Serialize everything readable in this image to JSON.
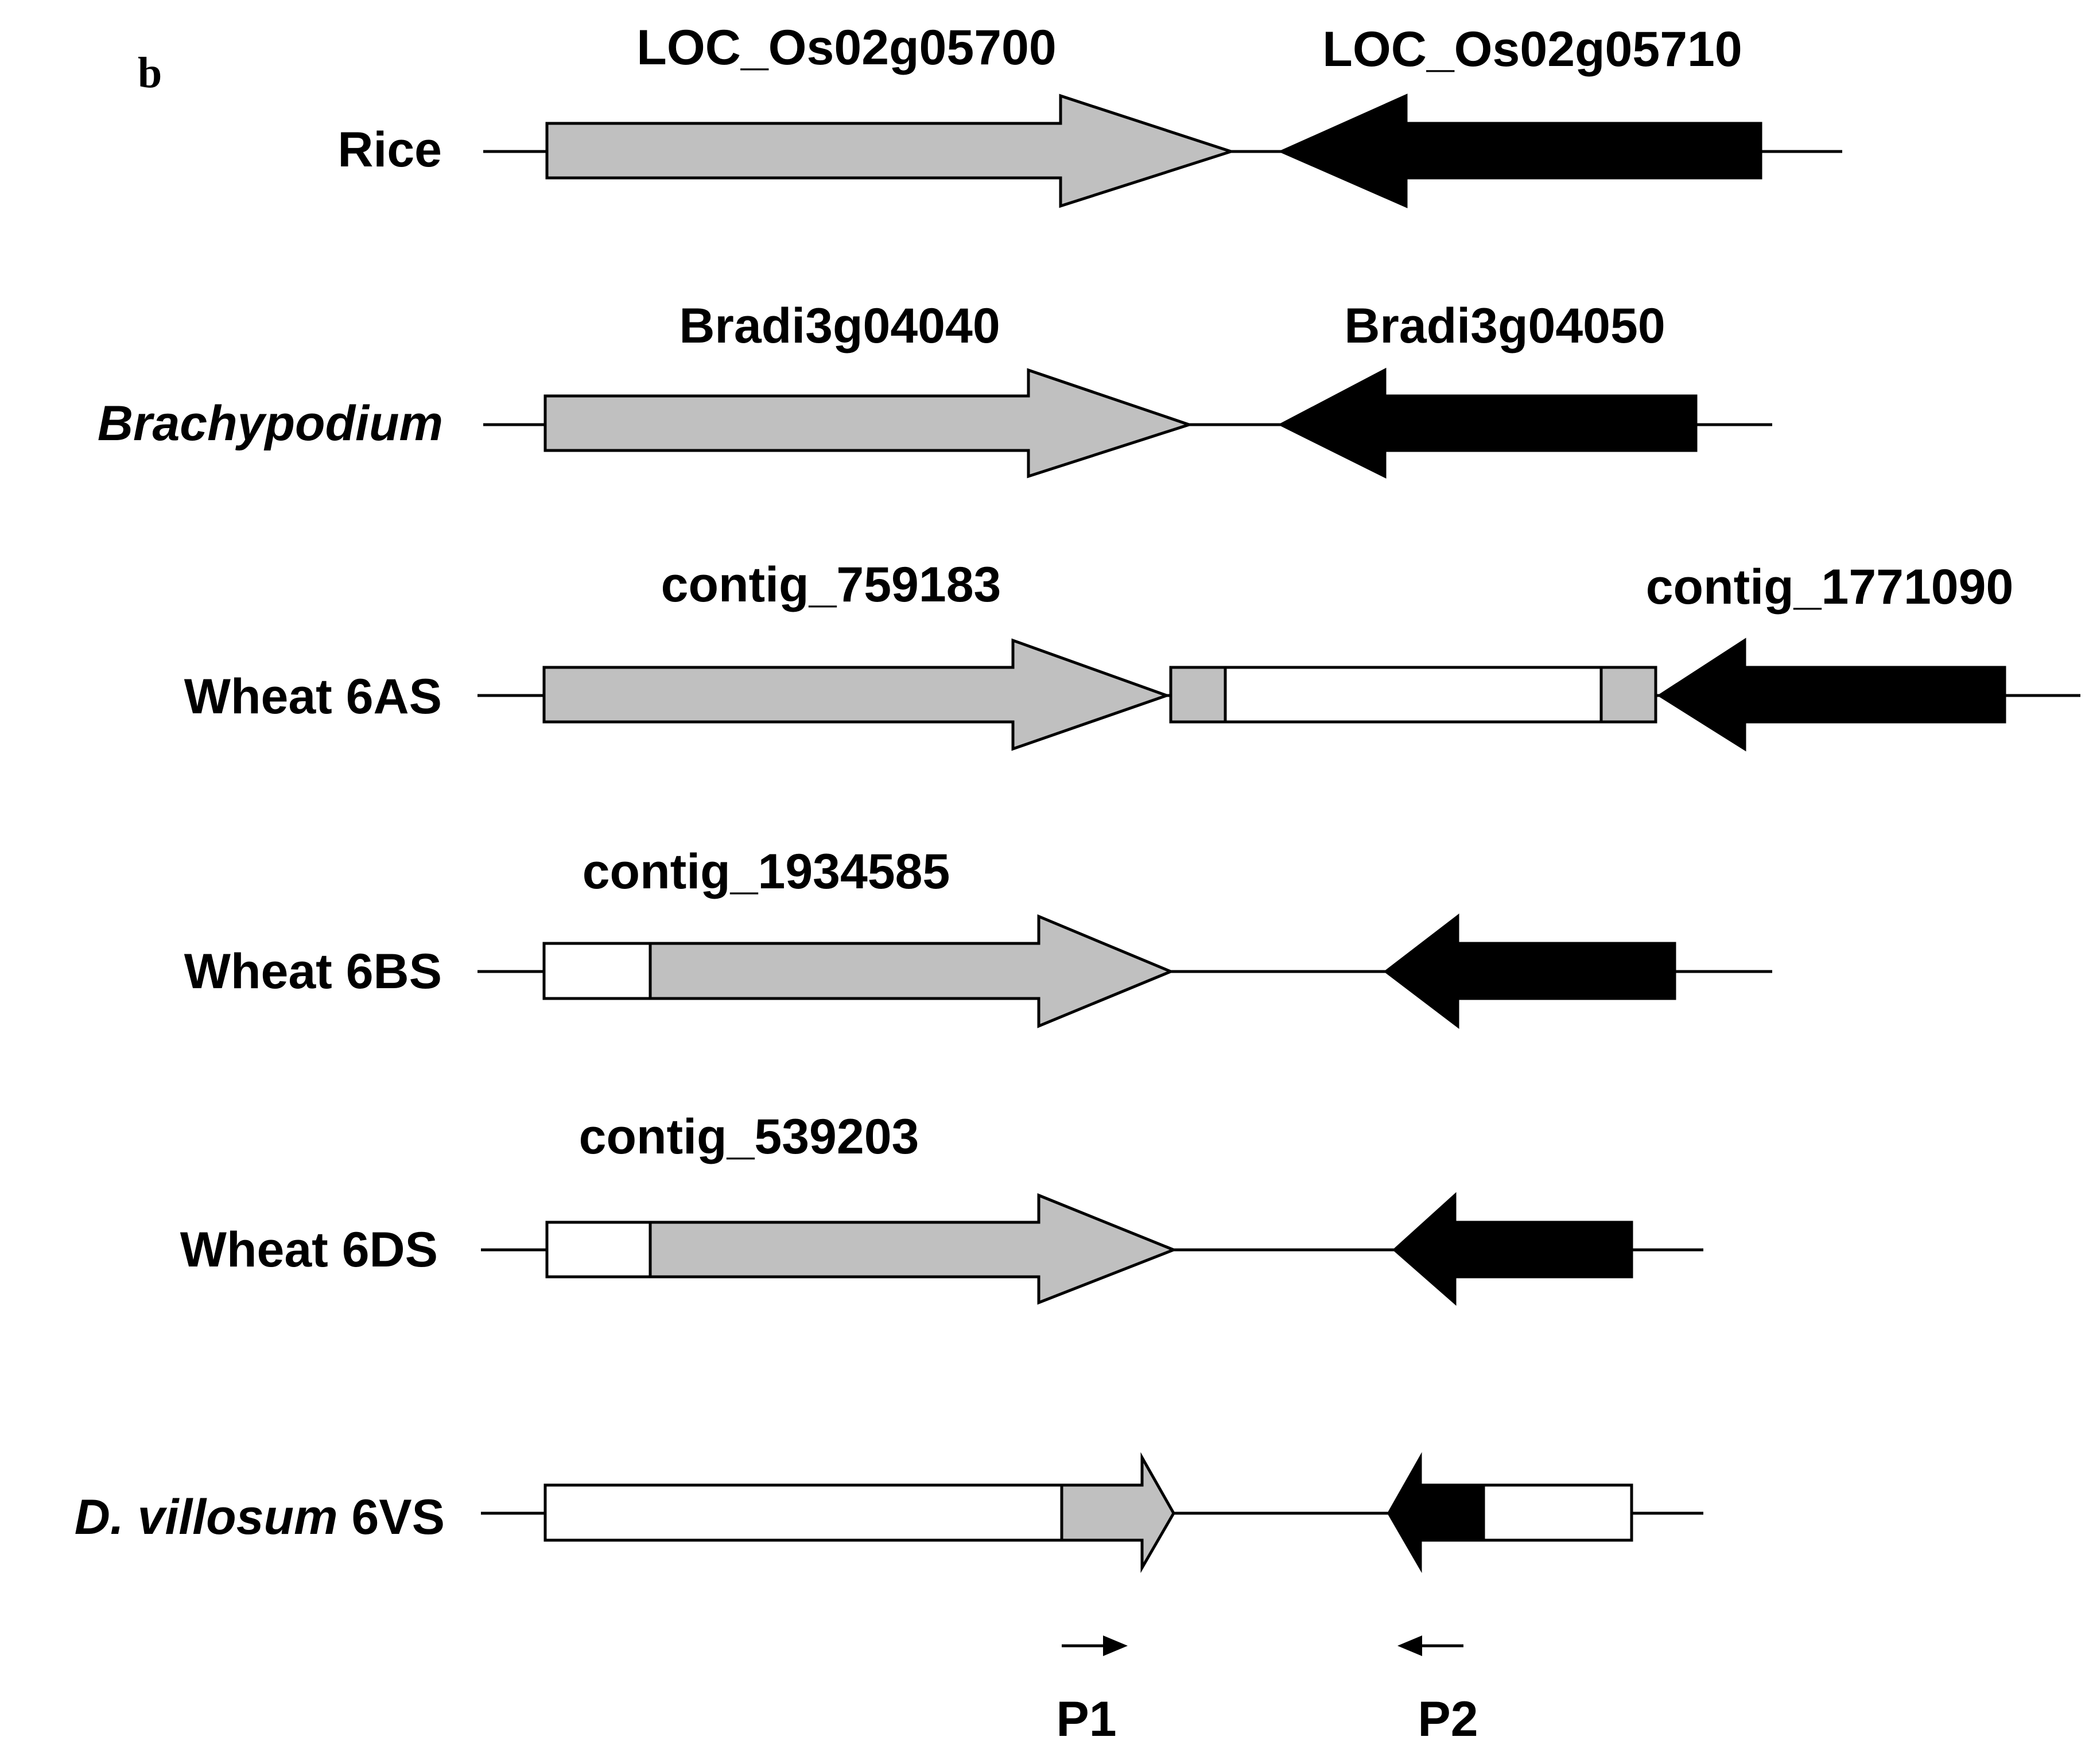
{
  "panel_letter": "b",
  "colors": {
    "grey": "#c0c0c0",
    "black": "#000000",
    "white": "#ffffff"
  },
  "rows": [
    {
      "label": "Rice",
      "label_italic": "",
      "gene_left": "LOC_Os02g05700",
      "gene_right": "LOC_Os02g05710"
    },
    {
      "label": "",
      "label_italic": "Brachypodium",
      "gene_left": "Bradi3g04040",
      "gene_right": "Bradi3g04050"
    },
    {
      "label": "Wheat 6AS",
      "label_italic": "",
      "gene_left": "contig_759183",
      "gene_right": "contig_1771090"
    },
    {
      "label": "Wheat 6BS",
      "label_italic": "",
      "gene_left": "contig_1934585",
      "gene_right": ""
    },
    {
      "label": "Wheat 6DS",
      "label_italic": "",
      "gene_left": "contig_539203",
      "gene_right": ""
    },
    {
      "label": " 6VS",
      "label_italic": "D. villosum",
      "gene_left": "",
      "gene_right": ""
    }
  ],
  "primers": {
    "p1": "P1",
    "p2": "P2"
  }
}
